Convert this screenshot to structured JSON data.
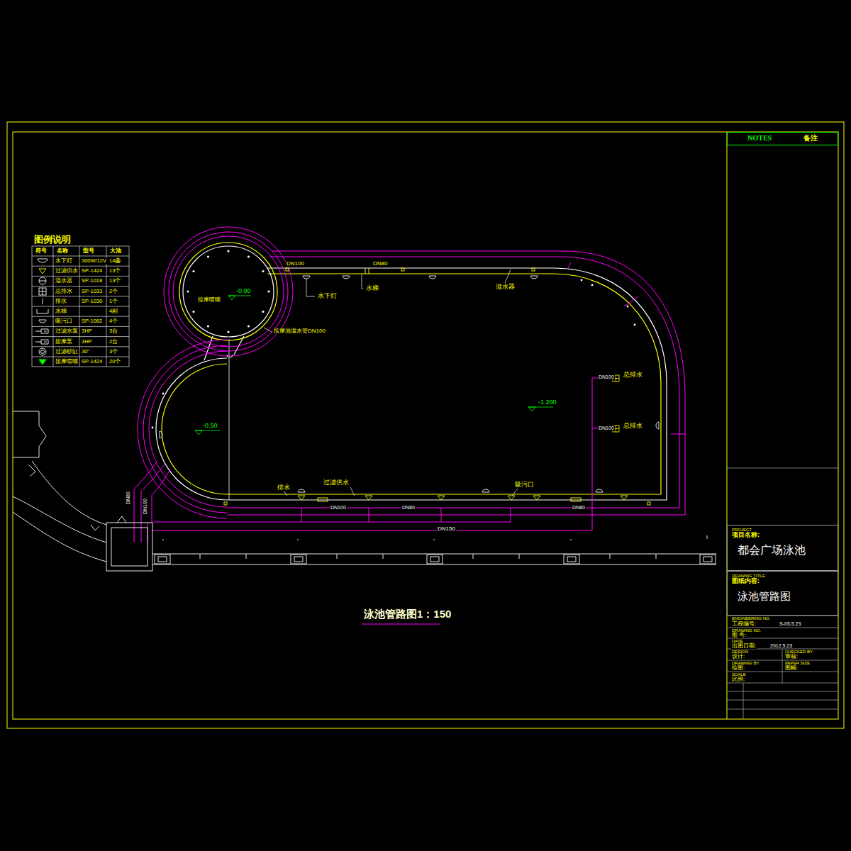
{
  "diagram": {
    "title": "泳池管路图1：150",
    "nodes": [
      {
        "text": [
          "NOTES",
          "备注"
        ]
      },
      {
        "text": [
          "PROJECT",
          "项目名称:",
          "都会广场泳池"
        ]
      },
      {
        "text": [
          "DRAWING TITLE",
          "图纸内容:",
          "泳池管路图"
        ]
      }
    ],
    "labels": [
      "图例说明",
      "符号",
      "名称",
      "型号",
      "大池",
      "300W/12V",
      "14盏",
      "SP-1424",
      "13个",
      "SP-1018",
      "13个",
      "SP-1033",
      "2个",
      "SP-1030",
      "1个",
      "4副",
      "SP-1082",
      "4个",
      "3HP",
      "3台",
      "3HP",
      "2台",
      "30\"",
      "3个",
      "SP-1424",
      "20个",
      "DN100",
      "DN80",
      "水下灯",
      "水梯",
      "溢水器",
      "-0.90",
      "按摩喷嘴",
      "按摩池溢水管DN100",
      "-1.200",
      "-0.50",
      "DN100",
      "总排水",
      "DN100",
      "总排水",
      "排水",
      "过滤供水",
      "吸污口",
      "DN100",
      "DN80",
      "DN80",
      "DN150",
      "DN80",
      "DN100",
      "ENGINEERING NO.",
      "工程编号:",
      "S-05.5.23",
      "DRAWING NO.",
      "图 号:",
      "DATE",
      "出图日期:",
      "2012.5.23",
      "DESIGN",
      "设计:",
      "CHECKED BY",
      "审核:",
      "DRAWING BY",
      "绘图:",
      "PAPER SIZE",
      "图幅:",
      "SCALE",
      "比例:"
    ],
    "legend": [
      {
        "text": "水下灯"
      },
      {
        "text": "过滤供水"
      },
      {
        "text": "溢水器"
      },
      {
        "text": "总排水"
      },
      {
        "text": "排水"
      },
      {
        "text": "水梯"
      },
      {
        "text": "吸污口"
      },
      {
        "text": "过滤水泵"
      },
      {
        "text": "按摩泵"
      },
      {
        "text": "过滤砂缸"
      },
      {
        "text": "按摩喷嘴"
      }
    ]
  }
}
